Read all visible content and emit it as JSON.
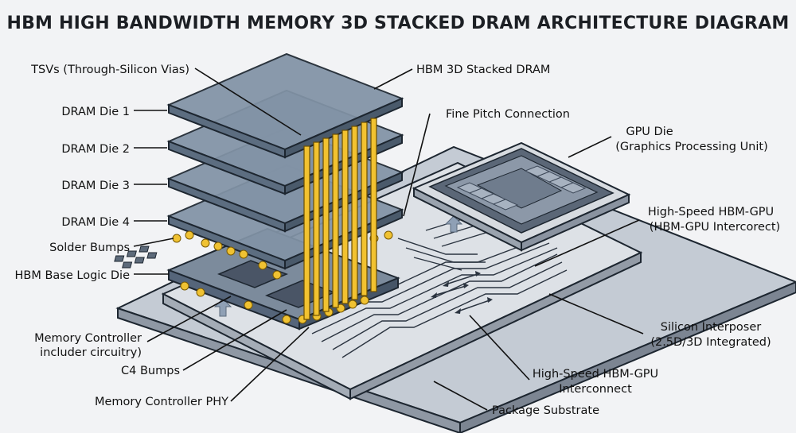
{
  "title": "HBM HIGH BANDWIDTH MEMORY 3D STACKED DRAM ARCHITECTURE DIAGRAM",
  "labels": {
    "tsvs": "TSVs (Through-Silicon Vias)",
    "dram1": "DRAM Die 1",
    "dram2": "DRAM Die 2",
    "dram3": "DRAM Die 3",
    "dram4": "DRAM Die 4",
    "solder": "Solder Bumps",
    "base": "HBM Base Logic Die",
    "memctrl_1": "Memory Controller",
    "memctrl_2": "includer circuitry)",
    "c4": "C4 Bumps",
    "phy": "Memory Controller PHY",
    "hbm_stack": "HBM 3D Stacked DRAM",
    "fine_pitch": "Fine Pitch Connection",
    "gpu_1": "GPU Die",
    "gpu_2": "(Graphics Processing Unit)",
    "hs_top_1": "High-Speed HBM-GPU",
    "hs_top_2": "(HBM-GPU Intercorect)",
    "interposer_1": "Silicon Interposer",
    "interposer_2": "(2.5D/3D Integrated)",
    "hs_bottom_1": "High-Speed HBM-GPU",
    "hs_bottom_2": "Interconnect",
    "substrate": "Package Substrate"
  },
  "colors": {
    "background": "#f2f3f5",
    "die": "#8293a6",
    "tsv": "#f2c230",
    "substrate": "#c6cdd6",
    "interposer": "#dfe3e8"
  }
}
